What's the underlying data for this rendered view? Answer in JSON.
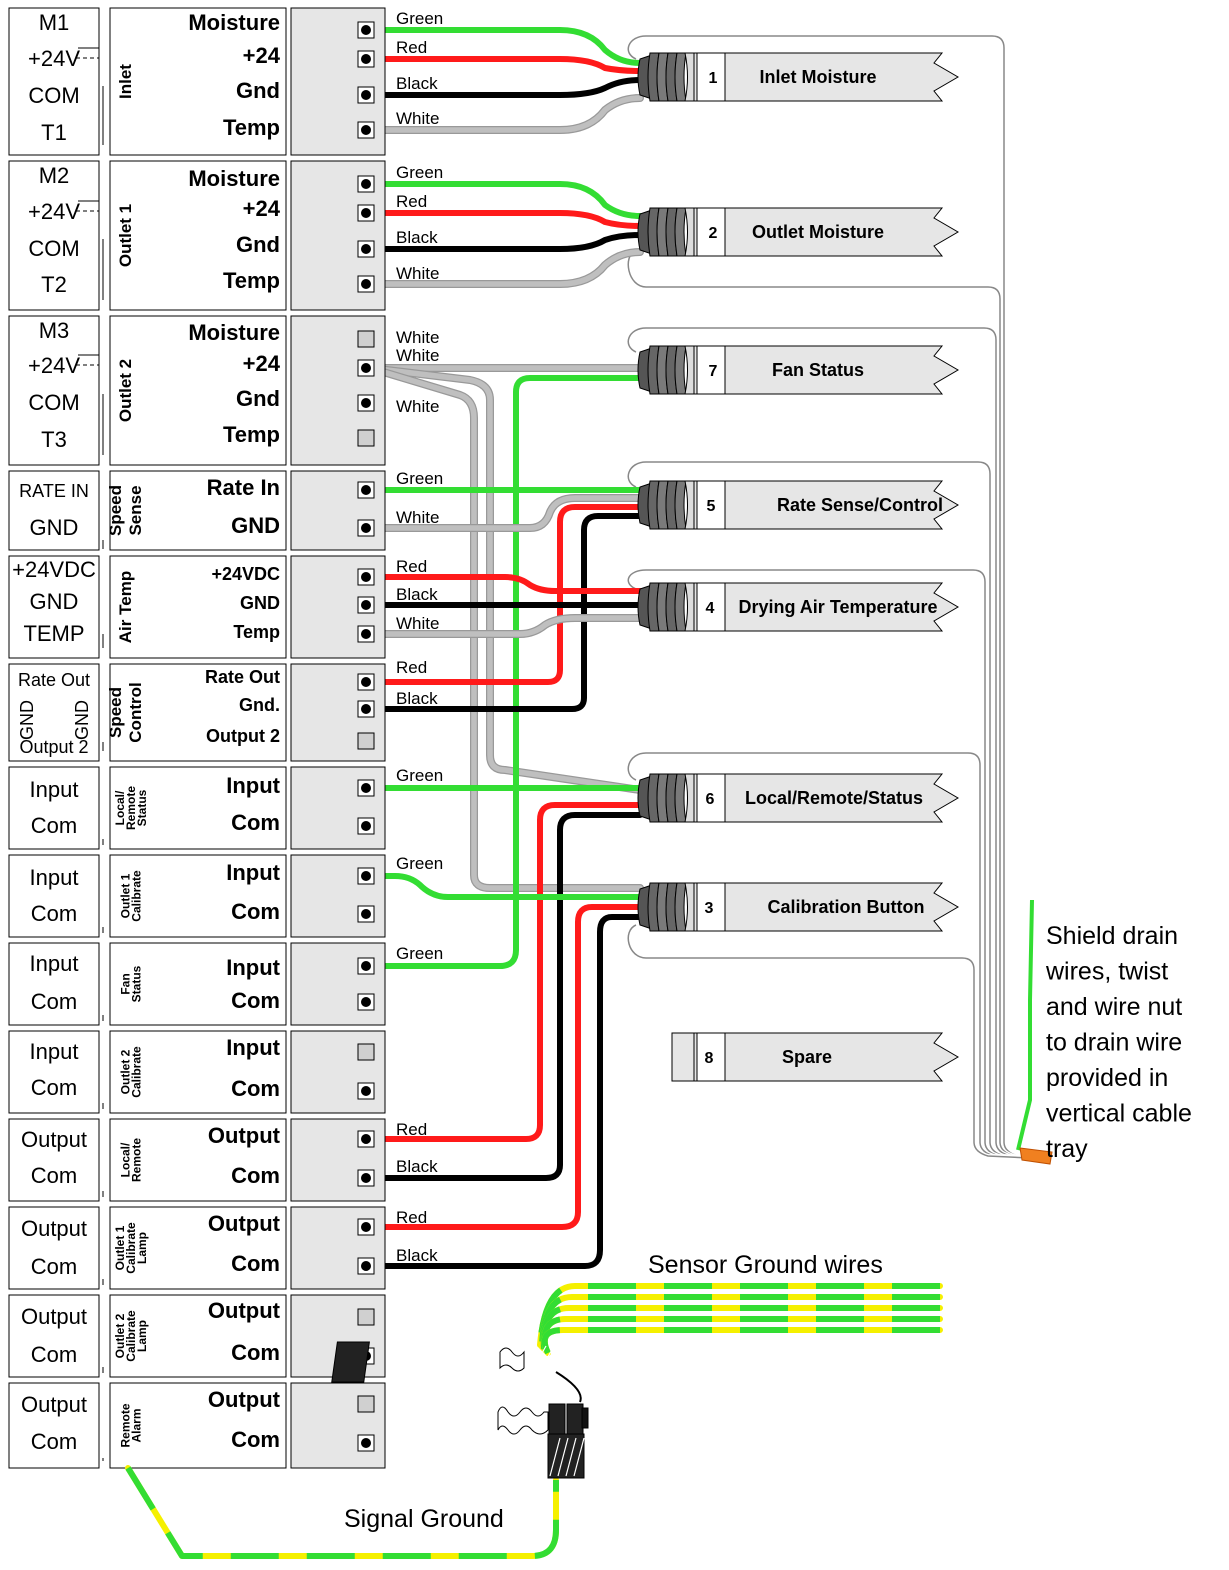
{
  "colors": {
    "green": "#33dd33",
    "red": "#ff1a1a",
    "black": "#000000",
    "white_wire": "#bfbfbf",
    "panel": "#e6e6e6",
    "ground_yellow": "#f5f000"
  },
  "rows": [
    {
      "left": [
        "M1",
        "+24V",
        "COM",
        "T1"
      ],
      "group": [
        "Inlet"
      ],
      "terminals": [
        "Moisture",
        "+24",
        "Gnd",
        "Temp"
      ],
      "sockets": [
        "filled",
        "filled",
        "filled",
        "filled"
      ],
      "wires": [
        "Green",
        "Red",
        "Black",
        "White"
      ]
    },
    {
      "left": [
        "M2",
        "+24V",
        "COM",
        "T2"
      ],
      "group": [
        "Outlet 1"
      ],
      "terminals": [
        "Moisture",
        "+24",
        "Gnd",
        "Temp"
      ],
      "sockets": [
        "filled",
        "filled",
        "filled",
        "filled"
      ],
      "wires": [
        "Green",
        "Red",
        "Black",
        "White"
      ]
    },
    {
      "left": [
        "M3",
        "+24V",
        "COM",
        "T3"
      ],
      "group": [
        "Outlet 2"
      ],
      "terminals": [
        "Moisture",
        "+24",
        "Gnd",
        "Temp"
      ],
      "sockets": [
        "empty",
        "filled",
        "filled",
        "empty"
      ],
      "wires": [
        "White",
        "White",
        "White"
      ]
    },
    {
      "left": [
        "RATE IN",
        "GND"
      ],
      "group": [
        "Speed",
        "Sense"
      ],
      "terminals": [
        "Rate In",
        "GND"
      ],
      "sockets": [
        "filled",
        "filled"
      ],
      "wires": [
        "Green",
        "White"
      ]
    },
    {
      "left": [
        "+24VDC",
        "GND",
        "TEMP"
      ],
      "group": [
        "Air Temp"
      ],
      "terminals": [
        "+24VDC",
        "GND",
        "Temp"
      ],
      "sockets": [
        "filled",
        "filled",
        "filled"
      ],
      "wires": [
        "Red",
        "Black",
        "White"
      ]
    },
    {
      "left": [
        "Rate Out",
        "GND",
        "GND",
        "Output 2"
      ],
      "group": [
        "Speed",
        "Control"
      ],
      "terminals": [
        "Rate Out",
        "Gnd.",
        "Output 2"
      ],
      "sockets": [
        "filled",
        "filled",
        "empty"
      ],
      "wires": [
        "Red",
        "Black"
      ]
    },
    {
      "left": [
        "Input",
        "Com"
      ],
      "group": [
        "Local/",
        "Remote",
        "Status"
      ],
      "terminals": [
        "Input",
        "Com"
      ],
      "sockets": [
        "filled",
        "filled"
      ],
      "wires": [
        "Green"
      ]
    },
    {
      "left": [
        "Input",
        "Com"
      ],
      "group": [
        "Outlet 1",
        "Calibrate"
      ],
      "terminals": [
        "Input",
        "Com"
      ],
      "sockets": [
        "filled",
        "filled"
      ],
      "wires": [
        "Green"
      ]
    },
    {
      "left": [
        "Input",
        "Com"
      ],
      "group": [
        "Fan",
        "Status"
      ],
      "terminals": [
        "Input",
        "Com"
      ],
      "sockets": [
        "filled",
        "filled"
      ],
      "wires": [
        "Green"
      ]
    },
    {
      "left": [
        "Input",
        "Com"
      ],
      "group": [
        "Outlet 2",
        "Calibrate"
      ],
      "terminals": [
        "Input",
        "Com"
      ],
      "sockets": [
        "empty",
        "filled"
      ],
      "wires": []
    },
    {
      "left": [
        "Output",
        "Com"
      ],
      "group": [
        "Local/",
        "Remote"
      ],
      "terminals": [
        "Output",
        "Com"
      ],
      "sockets": [
        "filled",
        "filled"
      ],
      "wires": [
        "Red",
        "Black"
      ]
    },
    {
      "left": [
        "Output",
        "Com"
      ],
      "group": [
        "Outlet 1",
        "Calibrate",
        "Lamp"
      ],
      "terminals": [
        "Output",
        "Com"
      ],
      "sockets": [
        "filled",
        "filled"
      ],
      "wires": [
        "Red",
        "Black"
      ]
    },
    {
      "left": [
        "Output",
        "Com"
      ],
      "group": [
        "Outlet 2",
        "Calibrate",
        "Lamp"
      ],
      "terminals": [
        "Output",
        "Com"
      ],
      "sockets": [
        "empty",
        "filled"
      ],
      "wires": []
    },
    {
      "left": [
        "Output",
        "Com"
      ],
      "group": [
        "Remote",
        "Alarm"
      ],
      "terminals": [
        "Output",
        "Com"
      ],
      "sockets": [
        "empty",
        "filled"
      ],
      "wires": []
    }
  ],
  "cables": [
    {
      "number": "1",
      "name": "Inlet Moisture"
    },
    {
      "number": "2",
      "name": "Outlet Moisture"
    },
    {
      "number": "7",
      "name": "Fan Status"
    },
    {
      "number": "5",
      "name": "Rate Sense/Control"
    },
    {
      "number": "4",
      "name": "Drying Air Temperature"
    },
    {
      "number": "6",
      "name": "Local/Remote/Status"
    },
    {
      "number": "3",
      "name": "Calibration Button"
    },
    {
      "number": "8",
      "name": "Spare"
    }
  ],
  "notes": {
    "shield_drain": [
      "Shield drain",
      "wires, twist",
      "and wire nut",
      "to drain wire",
      "provided in",
      "vertical cable",
      "tray"
    ],
    "sensor_ground": "Sensor Ground wires",
    "signal_ground": "Signal Ground"
  }
}
